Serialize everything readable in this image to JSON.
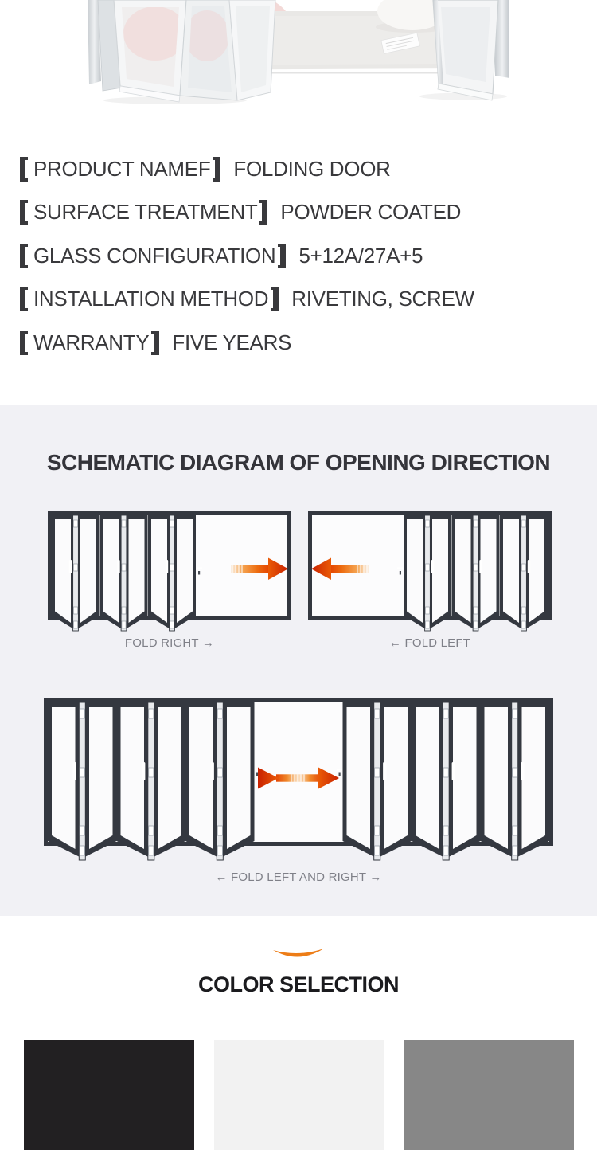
{
  "specs": {
    "items": [
      {
        "label": "PRODUCT NAMEF",
        "value": "FOLDING DOOR"
      },
      {
        "label": "SURFACE TREATMENT",
        "value": "POWDER COATED"
      },
      {
        "label": "GLASS CONFIGURATION",
        "value": "5+12A/27A+5"
      },
      {
        "label": "INSTALLATION METHOD",
        "value": "RIVETING, SCREW"
      },
      {
        "label": "WARRANTY",
        "value": "FIVE YEARS"
      }
    ]
  },
  "schematic": {
    "title": "SCHEMATIC DIAGRAM OF OPENING DIRECTION",
    "fold_right_label": "FOLD RIGHT →",
    "fold_left_label": "← FOLD LEFT",
    "fold_both_label": "← FOLD LEFT AND RIGHT →"
  },
  "color_selection": {
    "title": "COLOR SELECTION",
    "swatches": [
      {
        "name": "black",
        "hex": "#222022"
      },
      {
        "name": "white",
        "hex": "#f2f2f2"
      },
      {
        "name": "gray",
        "hex": "#878787"
      }
    ]
  },
  "colors": {
    "section_background": "#f1f1f5",
    "accent_orange": "#ed7d17",
    "arrow_red": "#d62b00",
    "door_frame_dark": "#343840",
    "label_gray": "#7f8088",
    "text_dark": "#39393c"
  }
}
